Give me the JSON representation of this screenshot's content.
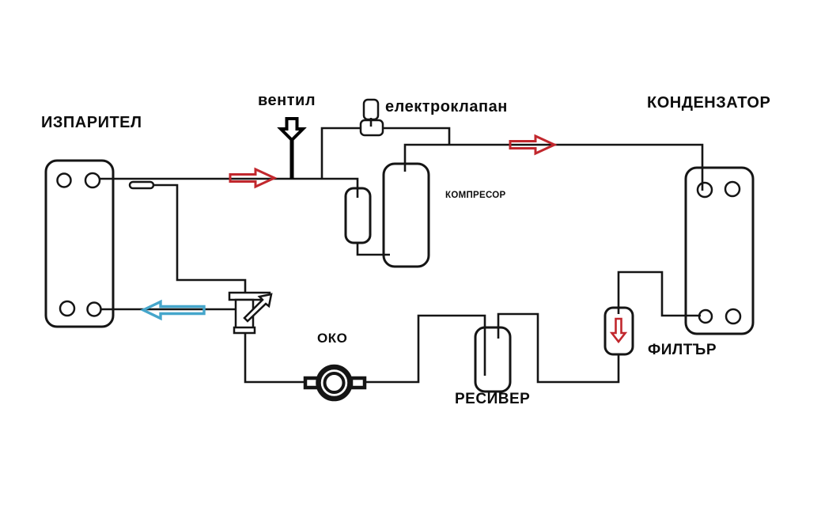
{
  "diagram": {
    "type": "refrigeration-cycle-schematic",
    "colors": {
      "line": "#151515",
      "flow_hot": "#c1272d",
      "flow_cold": "#45a6cb",
      "valve_arrow": "#000000",
      "background": "#ffffff"
    },
    "labels": {
      "evaporator": "ИЗПАРИТЕЛ",
      "valve": "вентил",
      "solenoid_valve": "електроклапан",
      "condenser": "КОНДЕНЗАТОР",
      "compressor": "КОМПРЕСОР",
      "sight_glass": "ОКО",
      "receiver": "РЕСИВЕР",
      "filter": "ФИЛТЪР"
    }
  }
}
